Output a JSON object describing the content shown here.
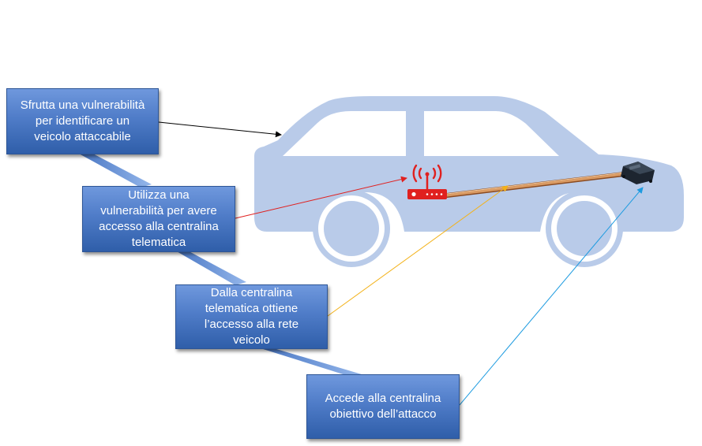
{
  "steps": [
    {
      "id": "step1",
      "text": "Sfrutta una vulnerabilità\nper identificare un\nveicolo attaccabile"
    },
    {
      "id": "step2",
      "text": "Utilizza una\nvulnerabilità per avere\naccesso alla centralina\ntelematica"
    },
    {
      "id": "step3",
      "text": "Dalla centralina\ntelematica ottiene\nl’accesso alla rete\nveicolo"
    },
    {
      "id": "step4",
      "text": "Accede alla centralina\nobiettivo dell’attacco"
    }
  ],
  "icons": {
    "car": "car-silhouette-icon",
    "router": "wifi-router-icon",
    "ecu": "ecu-module-icon"
  },
  "colors": {
    "box_fill": "#4f7cc8",
    "car": "#b9cbe9",
    "router": "#e0201f",
    "bus_cable": "#b06a3a",
    "arrow_step1": "#000000",
    "arrow_step2": "#e0201f",
    "arrow_step3": "#f3b21a",
    "arrow_step4": "#1d9be0",
    "connector": "#5a88d0"
  }
}
